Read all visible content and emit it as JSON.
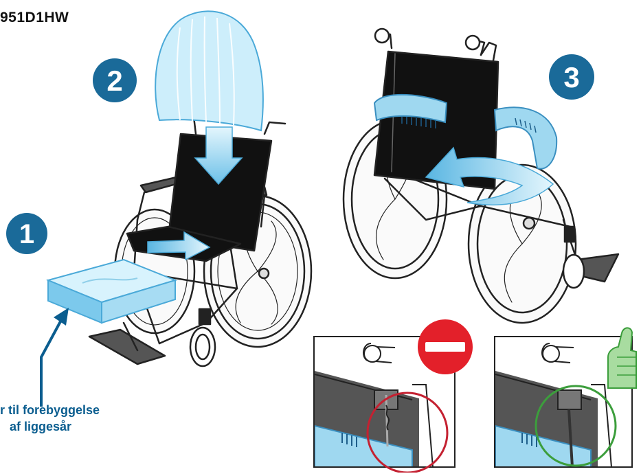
{
  "model_code": "951D1HW",
  "steps": [
    {
      "number": "1",
      "description": "Place seat cushion on wheelchair seat"
    },
    {
      "number": "2",
      "description": "Place back cushion on wheelchair back"
    },
    {
      "number": "3",
      "description": "Wrap strap around backrest"
    }
  ],
  "caption": {
    "line1": "r til forebyggelse",
    "line2": "af liggesår"
  },
  "strap_detail": {
    "wrong": {
      "symbol": "no-entry-icon"
    },
    "correct": {
      "symbol": "thumbs-up-icon"
    }
  },
  "colors": {
    "step_badge": "#1a6a99",
    "caption_text": "#0a5d8f",
    "cushion": "#bfe6f7",
    "strap": "#9fd8f0",
    "backrest": "#111111",
    "wrong_circle": "#c42131",
    "correct_circle": "#3c9e3c",
    "thumb": "#a8dca0"
  }
}
